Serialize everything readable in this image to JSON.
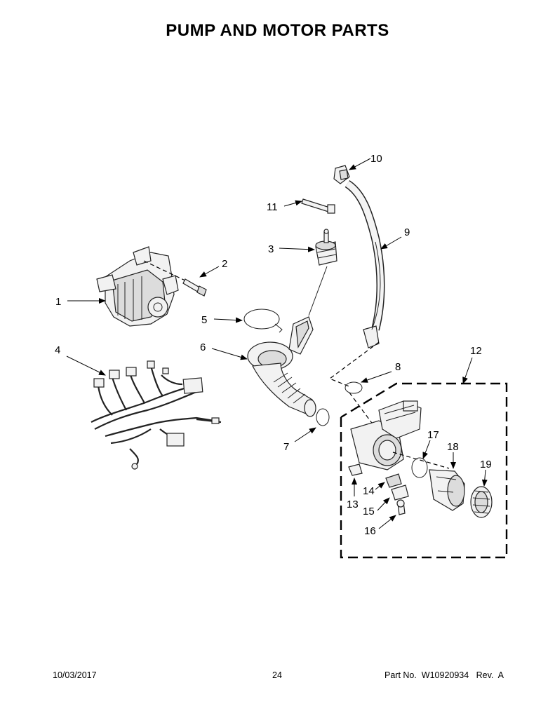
{
  "title": "PUMP AND MOTOR PARTS",
  "callouts": [
    "1",
    "2",
    "3",
    "4",
    "5",
    "6",
    "7",
    "8",
    "9",
    "10",
    "11",
    "12",
    "13",
    "14",
    "15",
    "16",
    "17",
    "18",
    "19"
  ],
  "footer": {
    "date": "10/03/2017",
    "page": "24",
    "part_no": "Part No.  W10920934   Rev.  A"
  }
}
